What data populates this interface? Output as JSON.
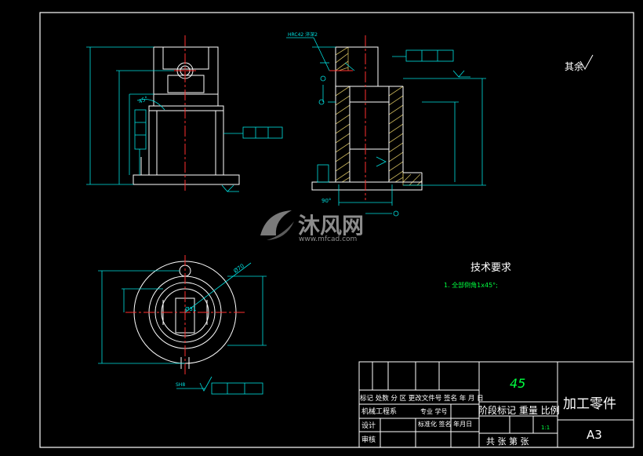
{
  "colors": {
    "background": "#000000",
    "outline": "#ffffff",
    "dimension": "#00e0e0",
    "centerline": "#ff3030",
    "hatch": "#c8b45a",
    "text_green": "#00ff40",
    "text_white": "#ffffff"
  },
  "notes": {
    "hardness": "HRC42 淬深2",
    "roughness_note": "其余",
    "tech_title": "技术要求",
    "tech_item": "1. 全部倒角1x45°;",
    "angle_top": "45°",
    "angle_side": "90°",
    "angle_bottom": "SH8",
    "dia_outer": "Ø70",
    "dia_inner": "Ø31"
  },
  "watermark": {
    "brand": "沐风网",
    "url": "www.mfcad.com"
  },
  "title_block": {
    "material": "45",
    "part_name": "加工零件",
    "sheet_size": "A3",
    "rev_header": "标记 处数 分 区 更改文件号 签名 年 月 日",
    "dept": "机械工程系",
    "major": "专业 学号",
    "standard": "标准化 签名 年月日",
    "design": "设计",
    "review": "审核",
    "stage_header": "阶段标记 重量 比例",
    "scale": "1:1",
    "sheets": "共 张 第 张"
  }
}
